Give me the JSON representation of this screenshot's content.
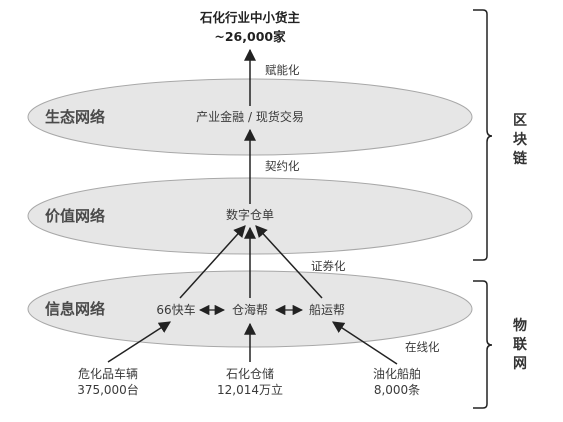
{
  "top": {
    "title": "石化行业中小货主",
    "count": "~26,000家"
  },
  "layers": {
    "ecology": {
      "name": "生态网络",
      "content": "产业金融 / 现货交易"
    },
    "value": {
      "name": "价值网络",
      "content": "数字仓单"
    },
    "info": {
      "name": "信息网络",
      "nodes": [
        "66快车",
        "仓海帮",
        "船运帮"
      ]
    }
  },
  "edges": {
    "empower": "赋能化",
    "contract": "契约化",
    "securitize": "证券化",
    "online": "在线化"
  },
  "sources": [
    {
      "name": "危化品车辆",
      "count": "375,000台"
    },
    {
      "name": "石化仓储",
      "count": "12,014万立"
    },
    {
      "name": "油化船舶",
      "count": "8,000条"
    }
  ],
  "brackets": {
    "blockchain": [
      "区",
      "块",
      "链"
    ],
    "iot": [
      "物",
      "联",
      "网"
    ]
  },
  "colors": {
    "ellipse_fill": "#e6e6e6",
    "ellipse_stroke": "#a8a8a8",
    "line": "#222222"
  }
}
